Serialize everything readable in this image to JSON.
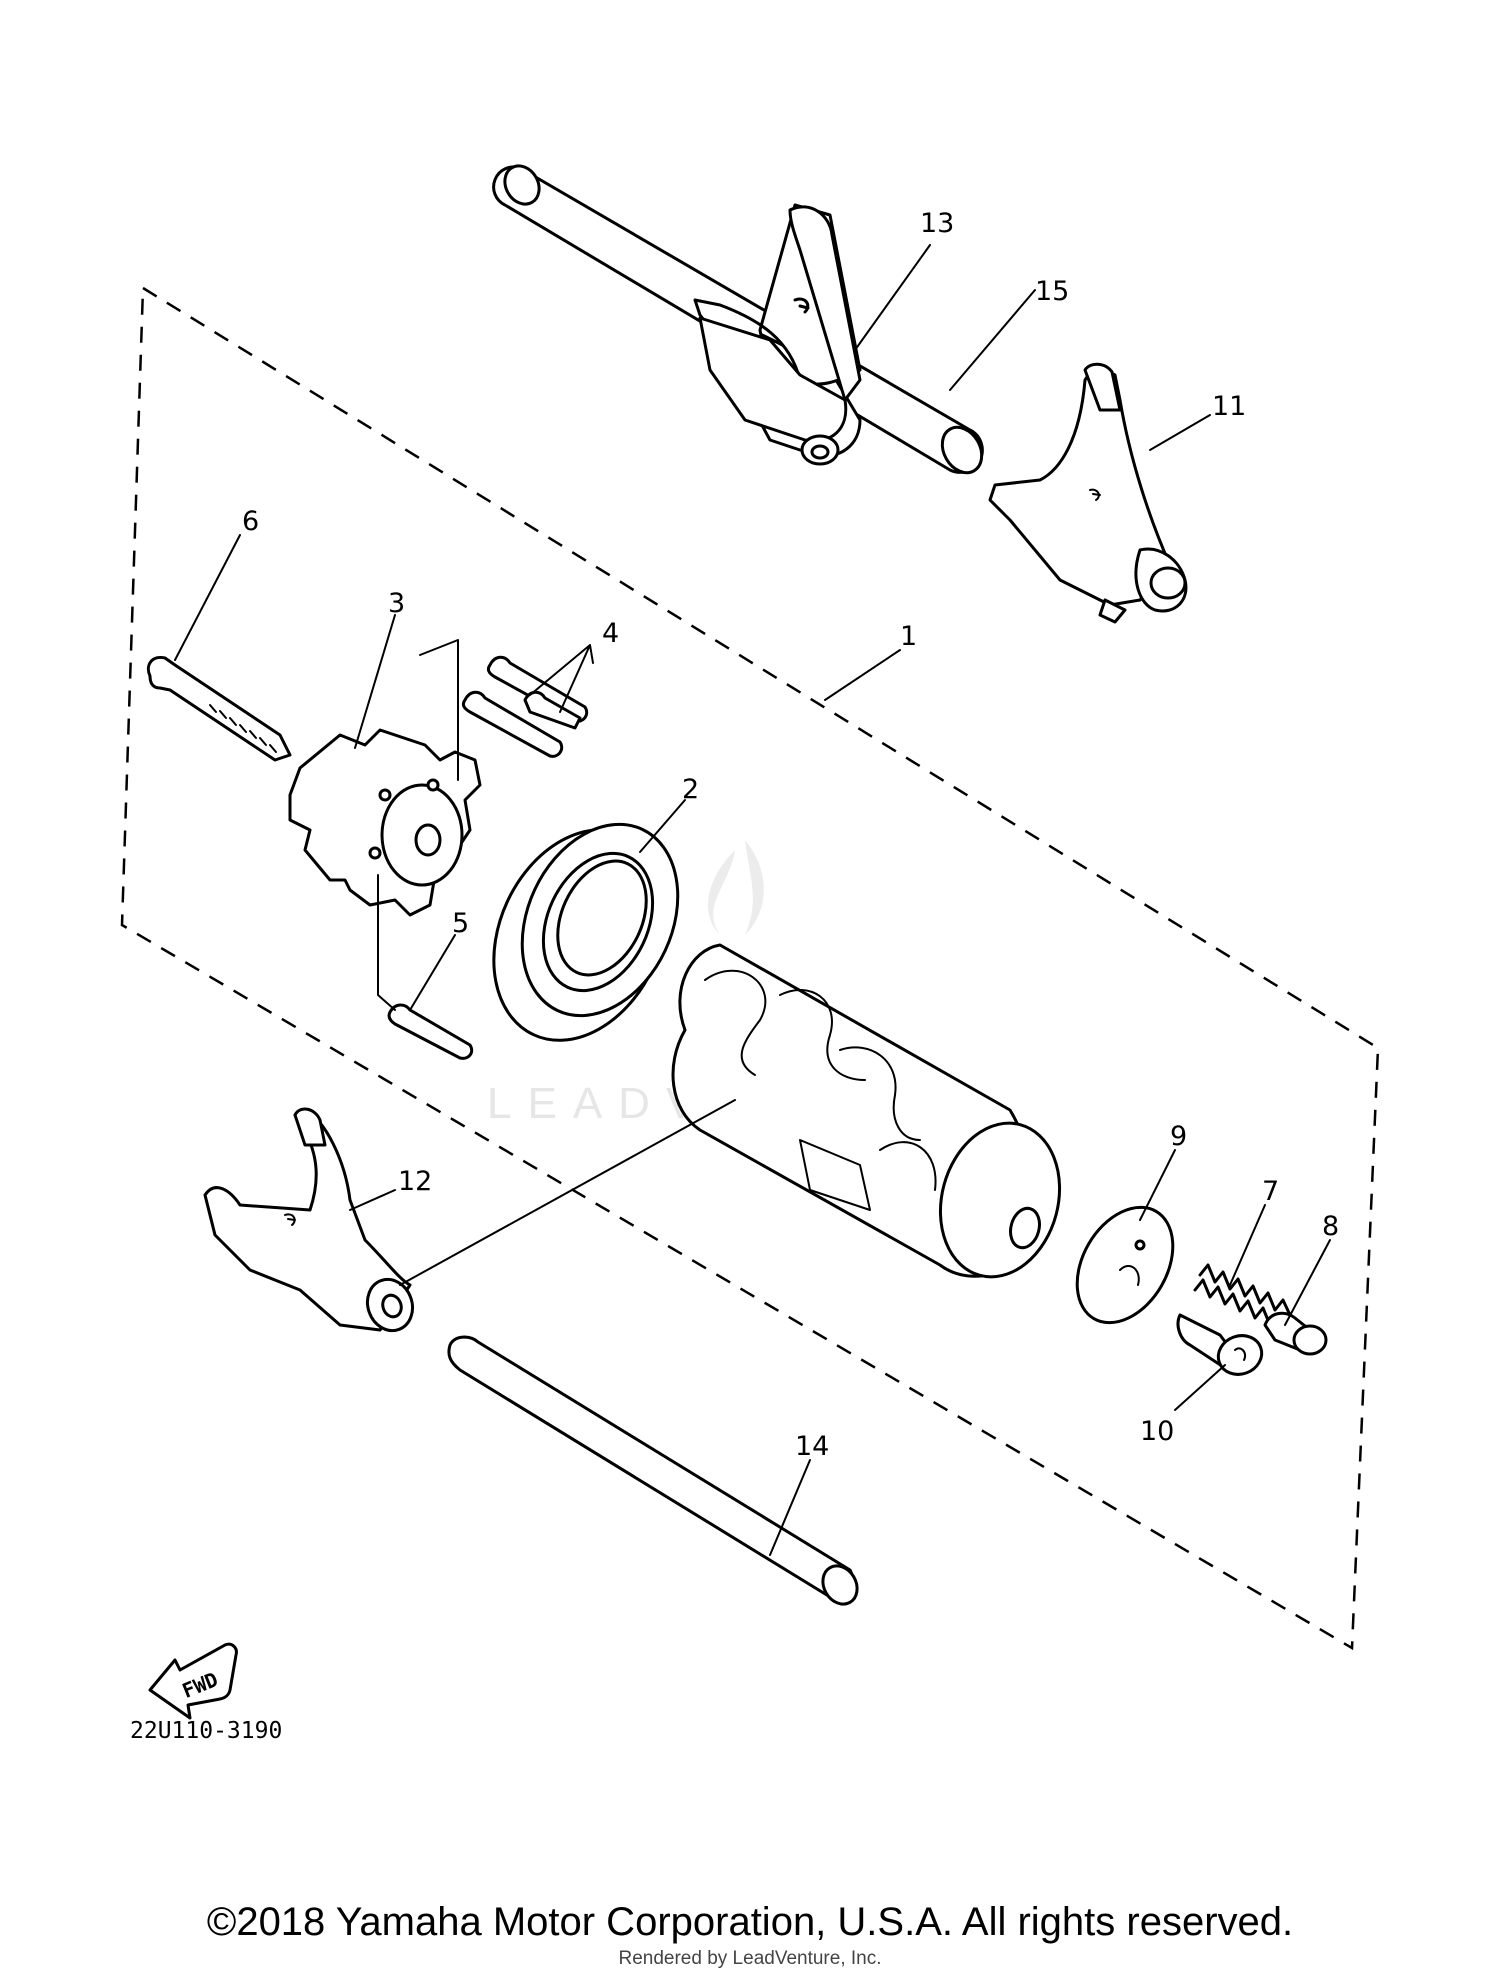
{
  "diagram": {
    "callouts": [
      {
        "id": "1",
        "label": "1"
      },
      {
        "id": "2",
        "label": "2"
      },
      {
        "id": "3",
        "label": "3"
      },
      {
        "id": "4",
        "label": "4"
      },
      {
        "id": "5",
        "label": "5"
      },
      {
        "id": "6",
        "label": "6"
      },
      {
        "id": "7",
        "label": "7"
      },
      {
        "id": "8",
        "label": "8"
      },
      {
        "id": "9",
        "label": "9"
      },
      {
        "id": "10",
        "label": "10"
      },
      {
        "id": "11",
        "label": "11"
      },
      {
        "id": "12",
        "label": "12"
      },
      {
        "id": "13",
        "label": "13"
      },
      {
        "id": "14",
        "label": "14"
      },
      {
        "id": "15",
        "label": "15"
      }
    ],
    "fwd_label": "FWD",
    "drawing_code": "22U110-3190",
    "watermark": "LEADVENTURE"
  },
  "footer": {
    "copyright": "©2018 Yamaha Motor Corporation, U.S.A. All rights reserved.",
    "rendered_by": "Rendered by LeadVenture, Inc."
  }
}
